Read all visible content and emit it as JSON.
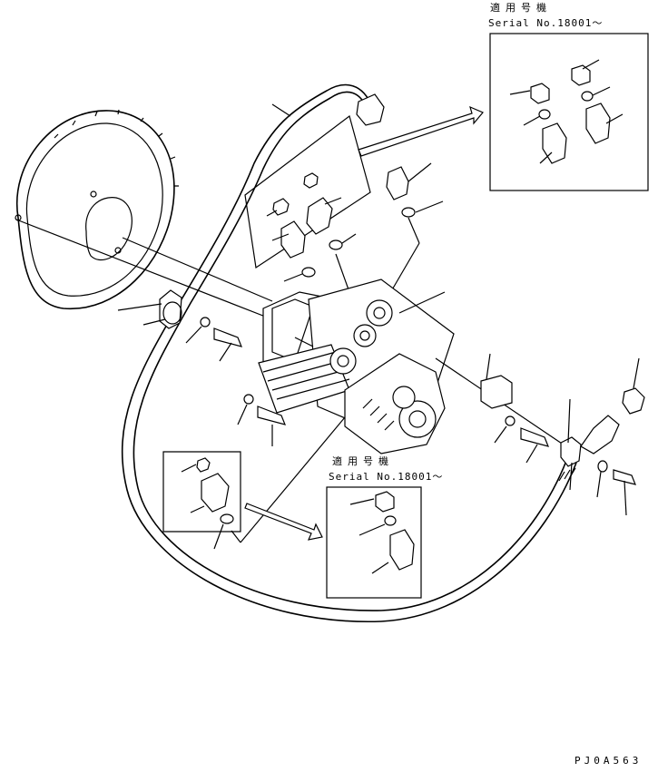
{
  "callouts": {
    "top": {
      "title": "適用号機",
      "serial": "Serial No.18001～"
    },
    "middle": {
      "title": "適用号機",
      "serial": "Serial No.18001～"
    }
  },
  "drawing_code": "PJ0A563"
}
